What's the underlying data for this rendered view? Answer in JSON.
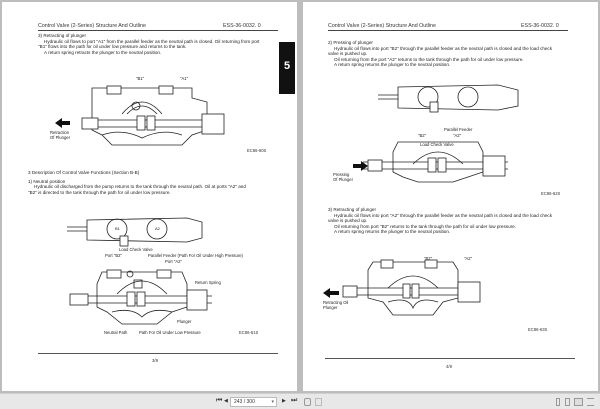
{
  "left_page": {
    "header_title": "Control Valve (2-Series) Structure And Outline",
    "header_code": "ESS-36-0032. 0",
    "section_tab": "5",
    "item3": {
      "heading": "3)   Retracting of plunger",
      "line1": "Hydraulic oil flows to port \"A1\" from the parallel feeder as the neutral path is closed. Oil returning from port",
      "line2": "\"B1\" flows into the path for oil under low pressure and returns to the tank.",
      "line3": "A return spring retracts the plunger to the neutral position."
    },
    "fig1": {
      "port_b1": "\"B1\"",
      "port_a1": "\"A1\"",
      "arrow_label_1": "Retraction",
      "arrow_label_2": "Of Plunger",
      "code": "EC86-60S"
    },
    "section3": {
      "heading": "3   Description Of Control Valve Functions (Section B-B)",
      "sub_heading": "1)   Neutral position",
      "line1": "Hydraulic oil discharged from the pump returns to the tank through the neutral path. Oil at ports \"A2\" and",
      "line2": "\"B2\" is directed to the tank through the path for oil under low pressure."
    },
    "fig2": {
      "b1": "B1",
      "a2": "A2",
      "load_check_valve": "Load Check Valve",
      "port_b2": "Port \"B2\"",
      "parallel_feeder": "Parallel Feeder (Path For Oil Under High Pressure)",
      "port_a2": "Port \"A2\"",
      "return_spring": "Return Spring",
      "plunger": "Plunger",
      "neutral_path": "Neutral Path",
      "low_pressure_path": "Path For Oil Under Low Pressure",
      "code": "EC86-61S"
    },
    "page_number": "3/9"
  },
  "right_page": {
    "header_title": "Control Valve (2-Series) Structure And Outline",
    "header_code": "ESS-36-0032. 0",
    "item2": {
      "heading": "2)   Pressing of plunger",
      "line1": "Hydraulic oil flows into port \"B2\" through the parallel feeder as the neutral path is closed and the load check",
      "line2": "valve is pushed up.",
      "line3": "Oil returning from the port \"A2\" returns to the tank through the path for oil under low pressure.",
      "line4": "A return spring returns the plunger to the neutral position."
    },
    "fig1": {
      "load_check_valve": "Load Check Valve",
      "parallel_feeder": "Parallel Feeder",
      "port_b2": "\"B2\"",
      "port_a2": "\"A2\"",
      "arrow_label_1": "Pressing",
      "arrow_label_2": "Of Plunger",
      "code": "EC86-62S"
    },
    "item3": {
      "heading": "3)   Retracting of plunger",
      "line1": "Hydraulic oil flows into port \"A2\" through the parallel feeder as the neutral path is closed and the load check",
      "line2": "valve is pushed up.",
      "line3": "Oil returning from port \"B2\" returns to the tank through the path for oil under low pressure.",
      "line4": "A return spring returns the plunger to the neutral position."
    },
    "fig2": {
      "port_b2": "\"B2\"",
      "port_a2": "\"A2\"",
      "arrow_label_1": "Retracting Oil",
      "arrow_label_2": "Plunger",
      "code": "EC86-63S"
    },
    "page_number": "4/9"
  },
  "toolbar": {
    "first_page": "⏮",
    "prev_page": "◀",
    "page_field": "243 / 300",
    "dropdown": "▾",
    "next_page": "▶",
    "last_page": "⏭"
  }
}
